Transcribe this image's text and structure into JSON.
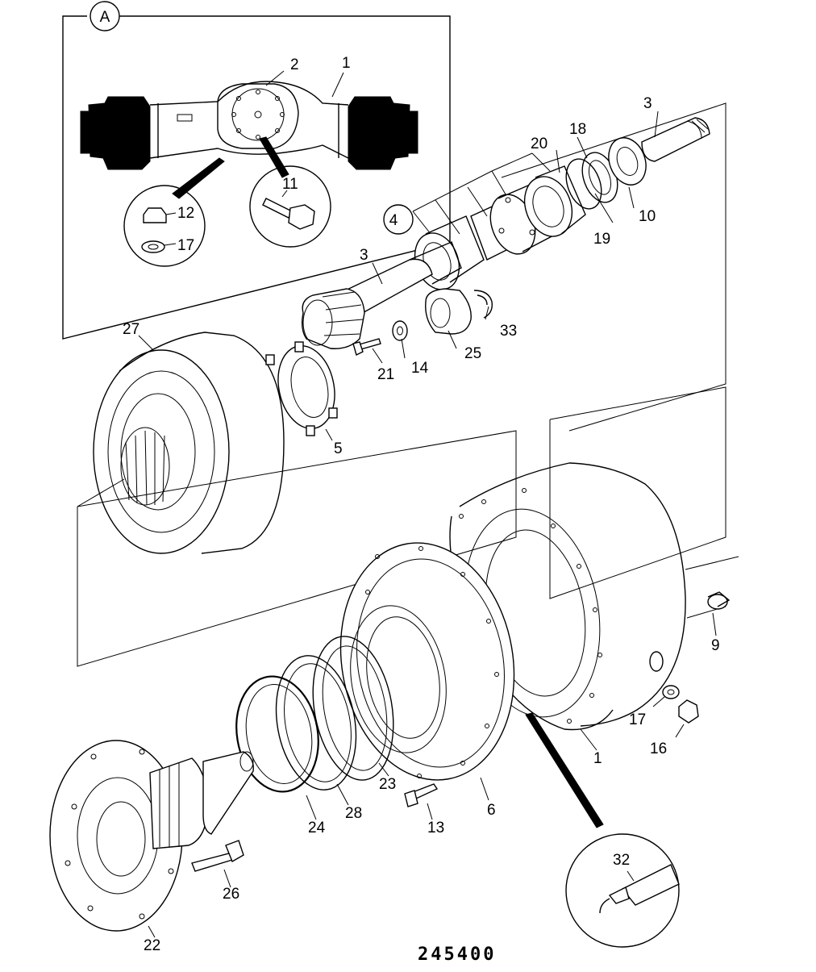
{
  "inset_marker": "A",
  "group_marker": "4",
  "drawing_number": "245400",
  "labels": {
    "l1_inset": "1",
    "l2": "2",
    "l3_top": "3",
    "l3_mid": "3",
    "l5": "5",
    "l6": "6",
    "l9": "9",
    "l10": "10",
    "l11": "11",
    "l12": "12",
    "l13": "13",
    "l14": "14",
    "l16": "16",
    "l17_inset": "17",
    "l17": "17",
    "l18": "18",
    "l19": "19",
    "l20": "20",
    "l21": "21",
    "l22": "22",
    "l23": "23",
    "l24": "24",
    "l25": "25",
    "l26": "26",
    "l27": "27",
    "l28": "28",
    "l32": "32",
    "l33": "33",
    "l1_housing": "1"
  }
}
